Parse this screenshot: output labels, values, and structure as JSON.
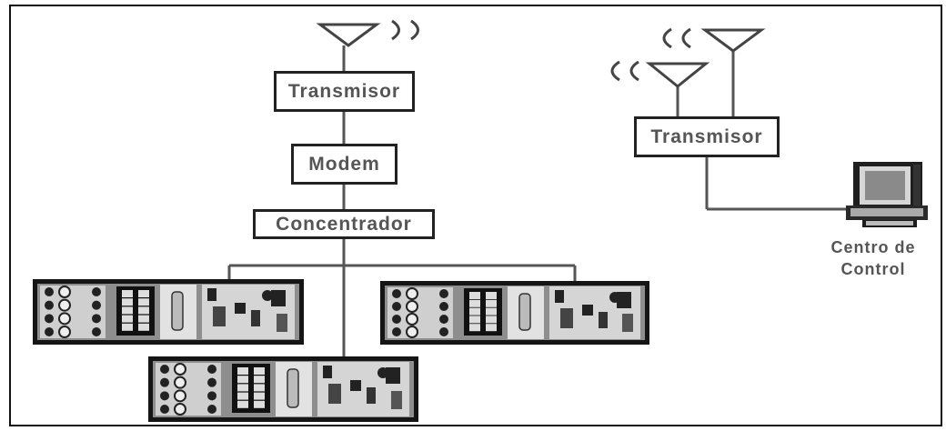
{
  "diagram": {
    "nodes": {
      "transmisor_left": "Transmisor",
      "modem": "Modem",
      "concentrador": "Concentrador",
      "transmisor_right": "Transmisor",
      "control_center_line1": "Centro de",
      "control_center_line2": "Control"
    },
    "colors": {
      "line": "#555555",
      "box_border": "#222222",
      "text": "#555555",
      "rack_body": "#1a1a1a"
    },
    "icons": [
      "antenna-icon",
      "radio-wave-icon",
      "computer-icon",
      "equipment-rack"
    ]
  }
}
